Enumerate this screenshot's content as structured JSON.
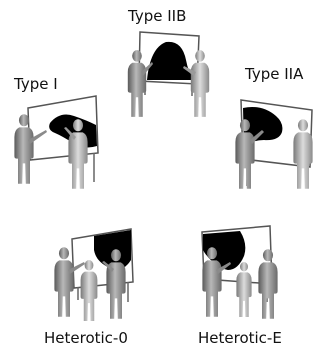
{
  "labels": {
    "type_iib": "Type IIB",
    "type_i": "Type I",
    "type_iia": "Type IIA",
    "heterotic_o": "Heterotic-0",
    "heterotic_e": "Heterotic-E"
  },
  "colors": {
    "board_fill": "#ffffff",
    "board_stroke": "#555555",
    "blob": "#000000",
    "figure_dark": "#6e6e6e",
    "figure_mid": "#9a9a9a",
    "figure_light": "#c4c4c4",
    "text": "#111111"
  }
}
